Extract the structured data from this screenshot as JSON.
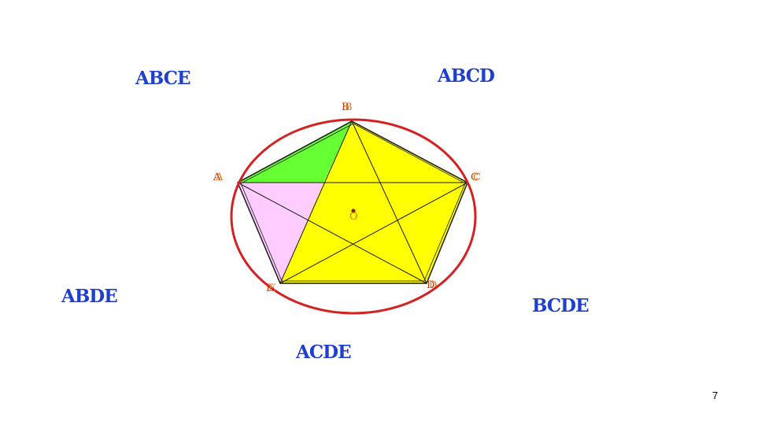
{
  "quadrilaterals": [
    "ABCE",
    "ABCD",
    "ABDE",
    "BCDE",
    "ACDE"
  ],
  "vertices": [
    "A",
    "B",
    "C",
    "D",
    "E"
  ],
  "center": "O",
  "page_number": "7",
  "colors": {
    "label_text": "#1f3fcf",
    "circle": "#d42222",
    "vertex_label_back": "#cc3300",
    "vertex_label_front": "#e07a1a",
    "center_dot": "#8a1a1a",
    "pentagon_fill": "#ffff00",
    "triangle_green": "#66ff33",
    "triangle_pink": "#ffccff",
    "lines": "#1a1a1a"
  }
}
